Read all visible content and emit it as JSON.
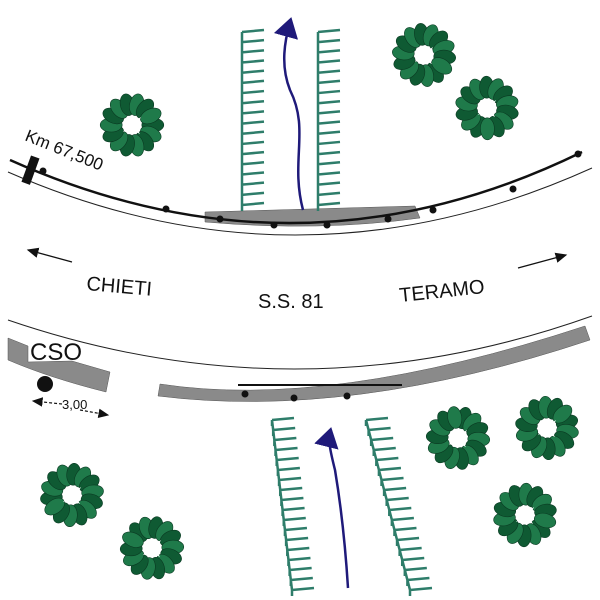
{
  "labels": {
    "km": "Km 67,500",
    "west": "CHIETI",
    "road": "S.S. 81",
    "east": "TERAMO",
    "cso": "CSO",
    "dimension": "3,00"
  },
  "colors": {
    "tree": "#1f7a4a",
    "tree_dark": "#0f5a33",
    "bridge": "#2e7d6a",
    "flow_arrow": "#1f1a7a",
    "barrier": "#8a8a8a"
  }
}
